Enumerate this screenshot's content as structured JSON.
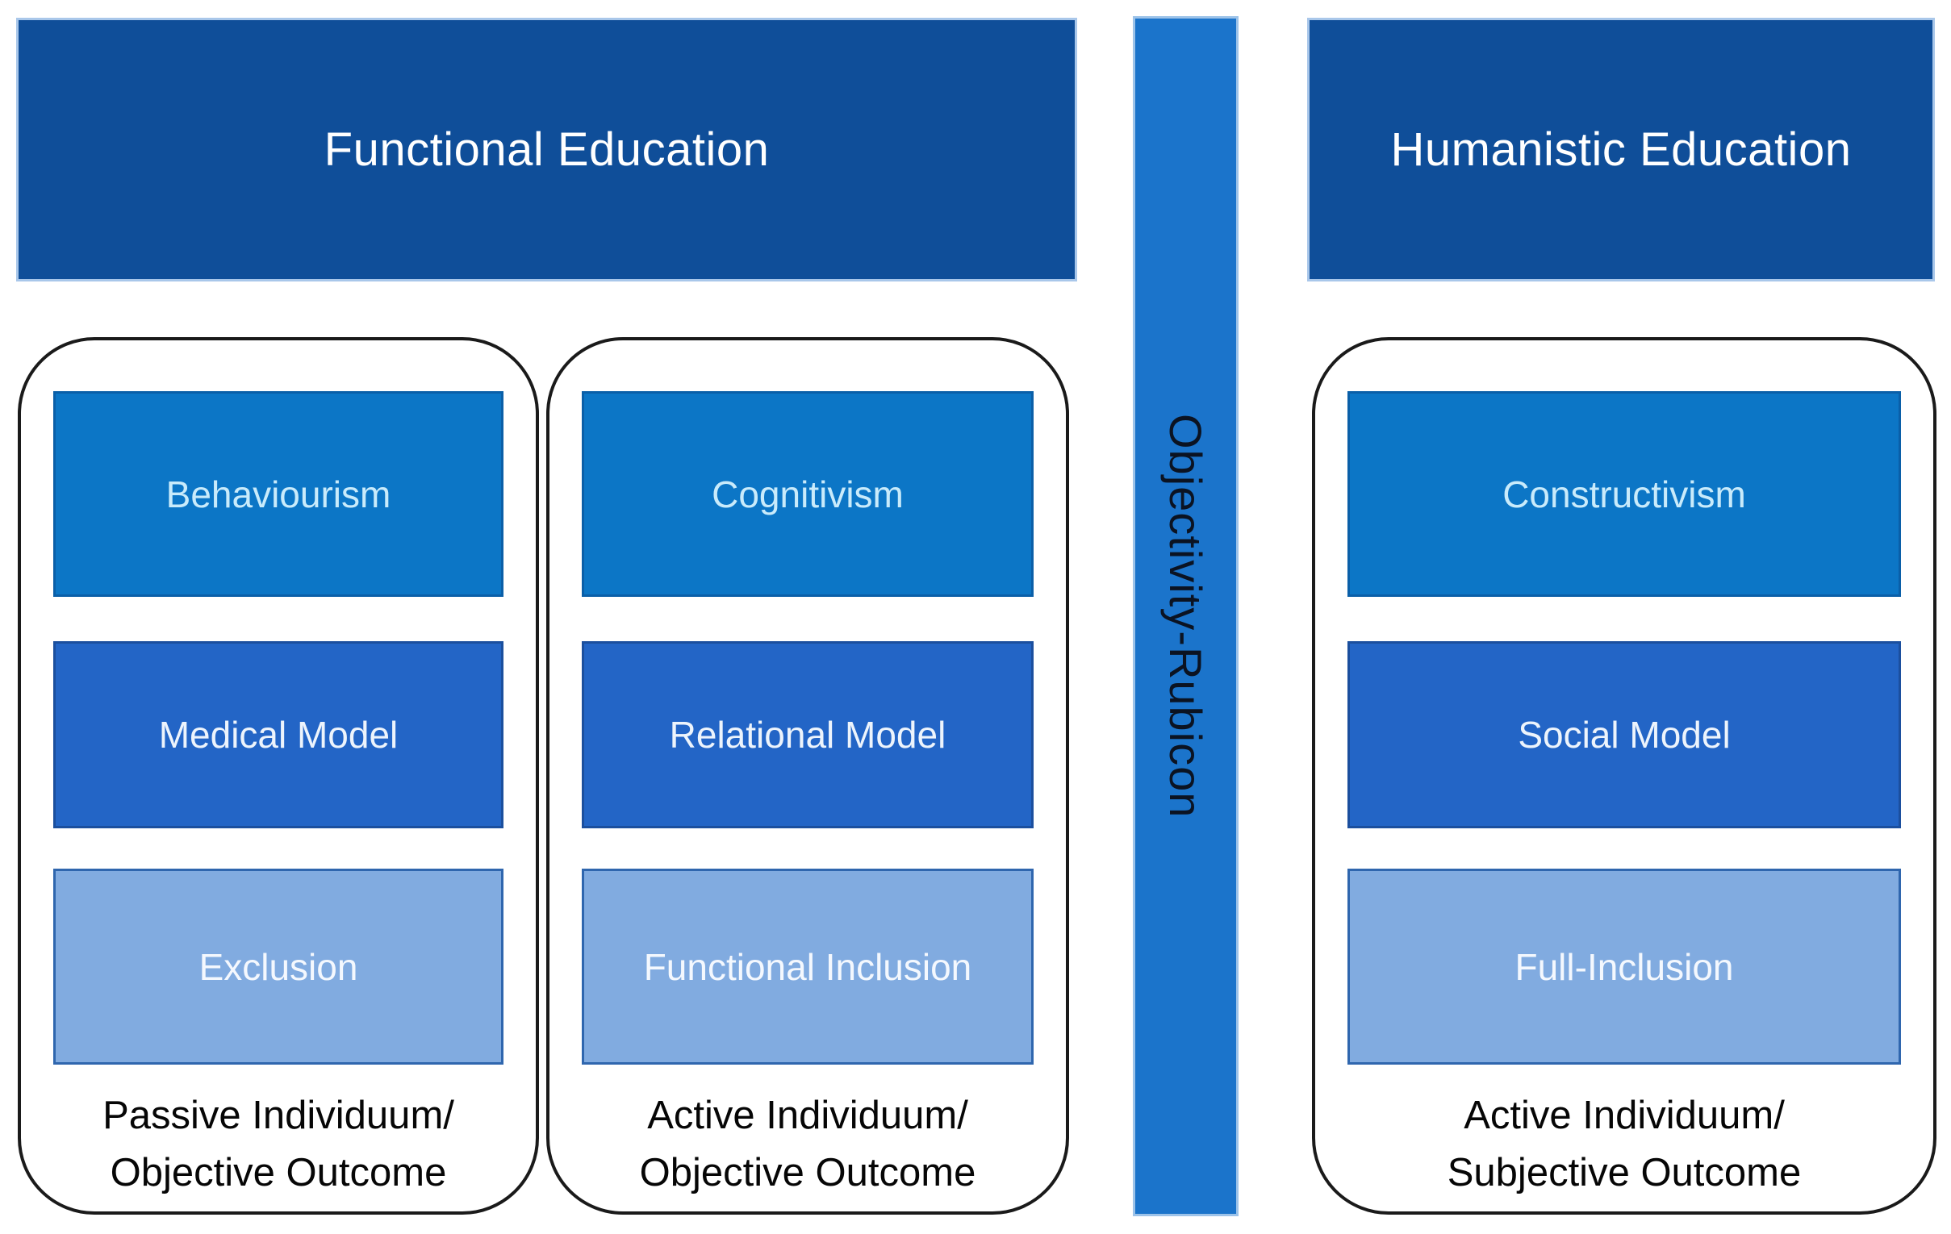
{
  "title_bars": {
    "left": "Functional Education",
    "right": "Humanistic Education"
  },
  "divider": {
    "label": "Objectivity-Rubicon"
  },
  "columns": [
    {
      "theory": "Behaviourism",
      "model": "Medical Model",
      "inclusion": "Exclusion",
      "caption_line1": "Passive Individuum/",
      "caption_line2": "Objective Outcome"
    },
    {
      "theory": "Cognitivism",
      "model": "Relational Model",
      "inclusion": "Functional Inclusion",
      "caption_line1": "Active Individuum/",
      "caption_line2": "Objective Outcome"
    },
    {
      "theory": "Constructivism",
      "model": "Social Model",
      "inclusion": "Full-Inclusion",
      "caption_line1": "Active Individuum/",
      "caption_line2": "Subjective Outcome"
    }
  ],
  "colors": {
    "header-bg": "#0F4E99",
    "header-border": "#A9C7EA",
    "header-text": "#FFFFFF",
    "theory-bg": "#0C76C6",
    "theory-border": "#0A5FA8",
    "theory-text": "#C9EBFB",
    "model-bg": "#2365C6",
    "model-border": "#1B4F9E",
    "model-text": "#EDF4FC",
    "inclusion-bg": "#81ABE0",
    "inclusion-border": "#2F66AE",
    "inclusion-text": "#F4F8FE",
    "divider-bg": "#1B74CB",
    "divider-border": "#9DC3E9",
    "divider-text": "#0B1322",
    "card-border": "#1A1A1A",
    "caption-text": "#060606"
  }
}
